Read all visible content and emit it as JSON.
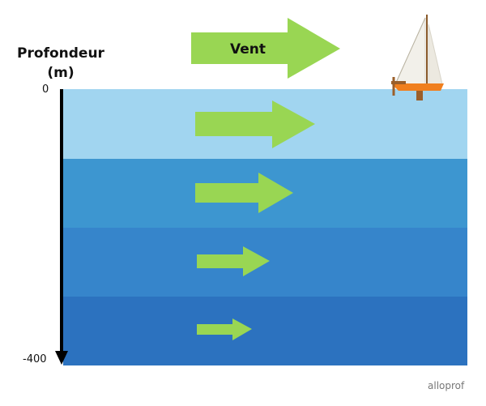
{
  "axis": {
    "title_line1": "Profondeur",
    "title_line2": "(m)",
    "top_label": "0",
    "bottom_label": "-400"
  },
  "wind": {
    "label": "Vent"
  },
  "colors": {
    "arrow": "#99d653",
    "layer_1": "#a1d5f0",
    "layer_2": "#3d96d0",
    "layer_3": "#3685cb",
    "layer_4": "#2c72bf",
    "axis": "#000000"
  },
  "layers": [
    {
      "name": "layer-1"
    },
    {
      "name": "layer-2"
    },
    {
      "name": "layer-3"
    },
    {
      "name": "layer-4"
    }
  ],
  "brand": "alloprof"
}
